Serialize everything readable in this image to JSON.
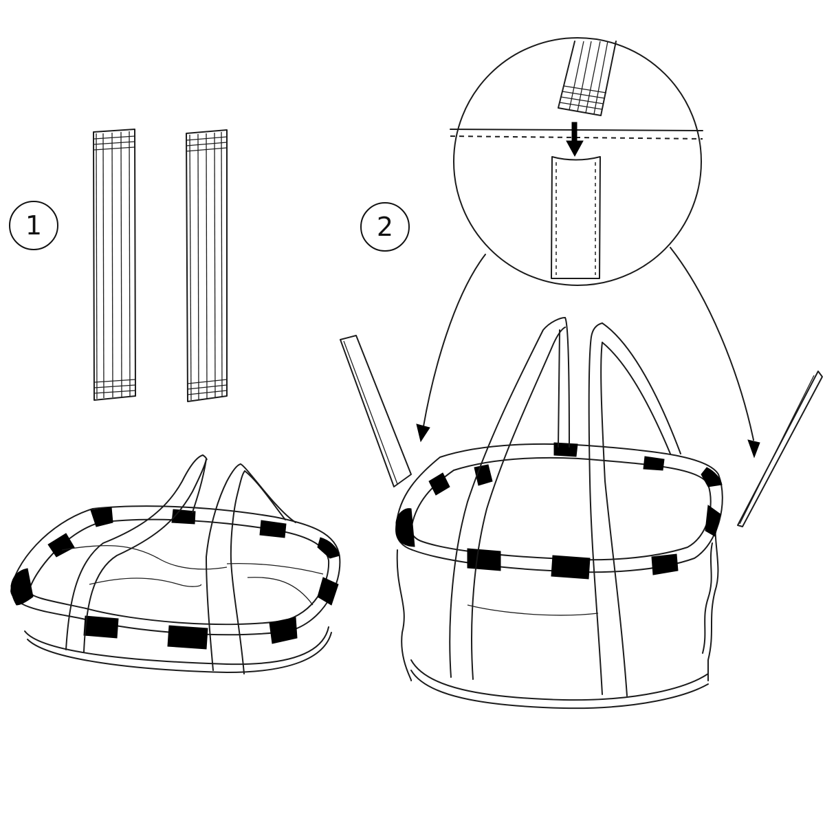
{
  "diagram": {
    "type": "assembly-instructions",
    "subject": "collapsible basket / bag with handles and support stiffener bars",
    "background": "#ffffff",
    "ink_color": "#1a1a1a",
    "accent_black": "#000000",
    "steps": [
      {
        "number": "1",
        "label_icon": "circled-number",
        "elements": [
          "two-stiffener-bars",
          "flat-collapsed-bag"
        ]
      },
      {
        "number": "2",
        "label_icon": "circled-number",
        "elements": [
          "detail-magnifier-circle",
          "insert-arrow",
          "stiffener-bar-left",
          "stiffener-bar-right",
          "expanded-bag",
          "curved-arrow-left",
          "curved-arrow-right"
        ]
      }
    ]
  }
}
